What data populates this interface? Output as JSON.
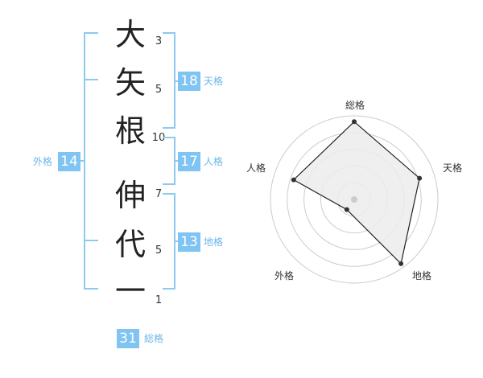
{
  "name": {
    "characters": [
      "大",
      "矢",
      "根",
      "伸",
      "代",
      "一"
    ],
    "strokes": [
      "3",
      "5",
      "10",
      "7",
      "5",
      "1"
    ]
  },
  "kaku": {
    "tenkaku": {
      "value": "18",
      "label": "天格"
    },
    "jinkaku": {
      "value": "17",
      "label": "人格"
    },
    "chikaku": {
      "value": "13",
      "label": "地格"
    },
    "gaikaku": {
      "value": "14",
      "label": "外格"
    },
    "soukaku": {
      "value": "31",
      "label": "総格"
    }
  },
  "radar": {
    "axes": [
      "総格",
      "天格",
      "地格",
      "外格",
      "人格"
    ],
    "values": [
      0.93,
      0.82,
      0.95,
      0.15,
      0.76
    ],
    "levels": 5,
    "colors": {
      "fill": "#ececec",
      "line": "#222222",
      "ring": "#cccccc",
      "point": "#333333",
      "center": "#cccccc"
    }
  },
  "colors": {
    "accent": "#7fc4f2",
    "accent_text": "#6ab6ea"
  }
}
